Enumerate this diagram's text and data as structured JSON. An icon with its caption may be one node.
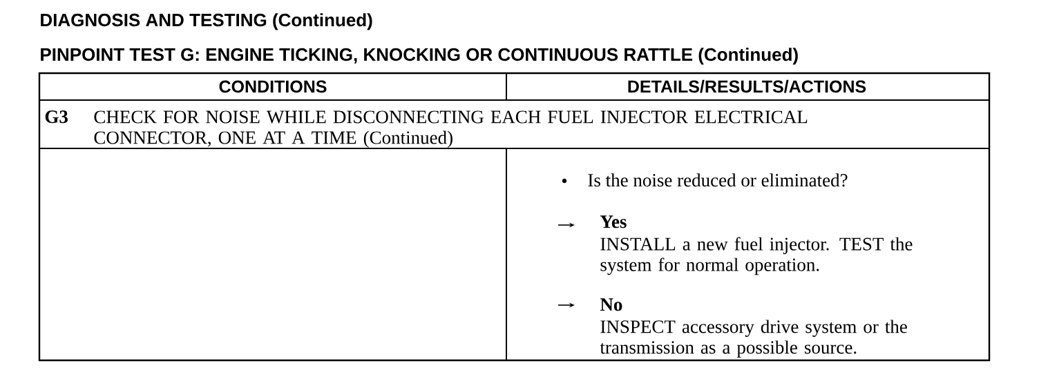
{
  "diagram": {
    "title": "DIAGNOSIS AND TESTING (Continued)",
    "labels": [
      "PINPOINT TEST G: ENGINE TICKING, KNOCKING OR CONTINUOUS RATTLE (Continued)",
      "CONDITIONS",
      "DETAILS/RESULTS/ACTIONS",
      "G3",
      "CHECK FOR NOISE WHILE DISCONNECTING EACH FUEL INJECTOR ELECTRICAL CONNECTOR, ONE AT A TIME (Continued)",
      "Is the noise reduced or eliminated?",
      "Yes",
      "INSTALL a new fuel injector. TEST the system for normal operation.",
      "No",
      "INSPECT accessory drive system or the transmission as a possible source."
    ]
  }
}
